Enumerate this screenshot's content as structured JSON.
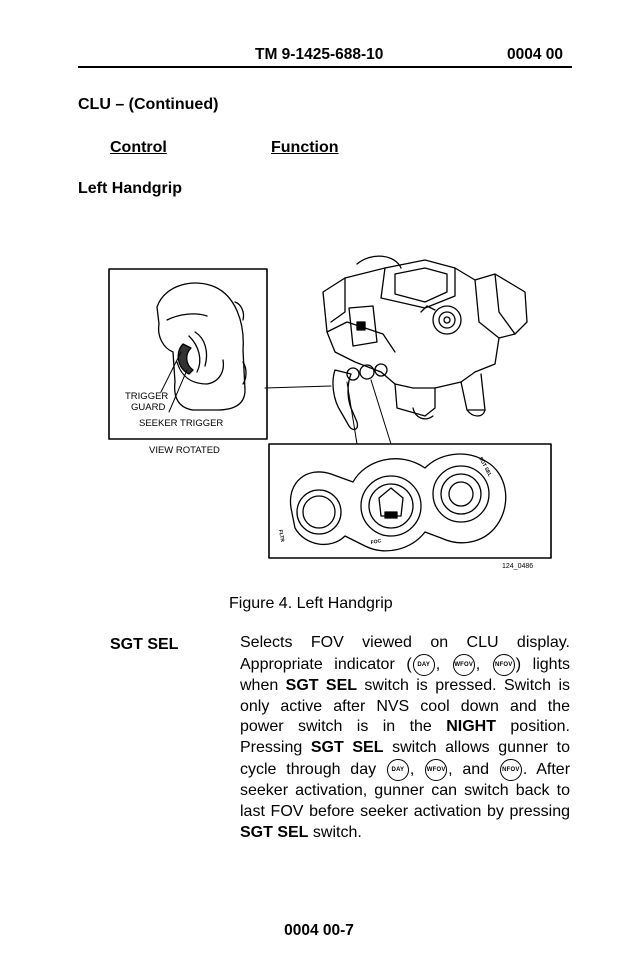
{
  "header": {
    "tm_number": "TM 9-1425-688-10",
    "work_package": "0004 00"
  },
  "section_title": "CLU – (Continued)",
  "columns": {
    "control": "Control",
    "function": "Function"
  },
  "subsection_title": "Left Handgrip",
  "figure": {
    "labels": {
      "trigger_guard_1": "TRIGGER",
      "trigger_guard_2": "GUARD",
      "seeker_trigger": "SEEKER TRIGGER",
      "view_rotated": "VIEW ROTATED",
      "fltr": "FLTR",
      "foc": "FOC",
      "sgt": "SGT SEL",
      "figure_id": "124_0486"
    },
    "caption": "Figure 4.  Left Handgrip"
  },
  "entry": {
    "term": "SGT SEL",
    "text": {
      "t1": "Selects FOV viewed on CLU display. Appropriate indicator (",
      "c1": ", ",
      "c2": ", ",
      "t2": ") lights when ",
      "b1": "SGT SEL",
      "t3": " switch is pressed. Switch is only active after NVS cool down and the power switch is in the ",
      "b2": "NIGHT",
      "t4": " position. Pressing ",
      "b3": "SGT SEL",
      "t5": " switch allows gunner to cycle through day ",
      "t6": ", ",
      "t7": ", and ",
      "t8": ". After seeker activation, gunner can switch back to last FOV before seeker activation by pressing ",
      "b4": "SGT SEL",
      "t9": " switch."
    },
    "indicators": {
      "day": "DAY",
      "wfov": "WFOV",
      "nfov": "NFOV"
    }
  },
  "footer": {
    "page_number": "0004 00-7"
  }
}
